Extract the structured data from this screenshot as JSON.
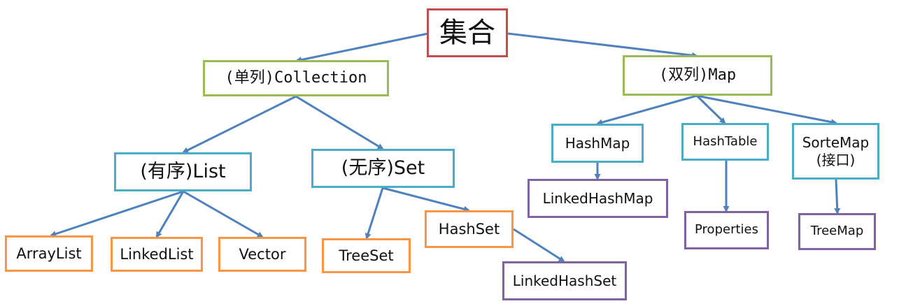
{
  "nodes": {
    "root": "集合",
    "collection": "(单列)Collection",
    "map": "(双列)Map",
    "list": "(有序)List",
    "set": "(无序)Set",
    "arraylist": "ArrayList",
    "linkedlist": "LinkedList",
    "vector": "Vector",
    "treeset": "TreeSet",
    "hashset": "HashSet",
    "linkedhashset": "LinkedHashSet",
    "hashmap": "HashMap",
    "hashtable": "HashTable",
    "sortemap": "SorteMap\n(接口)",
    "linkedhashmap": "LinkedHashMap",
    "properties": "Properties",
    "treemap": "TreeMap"
  },
  "colors": {
    "edge": "#4f81bd",
    "root_border": "#c0504d",
    "collection_border": "#9bbb59",
    "interface_border": "#4bacc6",
    "impl_border": "#f79646",
    "subclass_border": "#8064a2"
  }
}
